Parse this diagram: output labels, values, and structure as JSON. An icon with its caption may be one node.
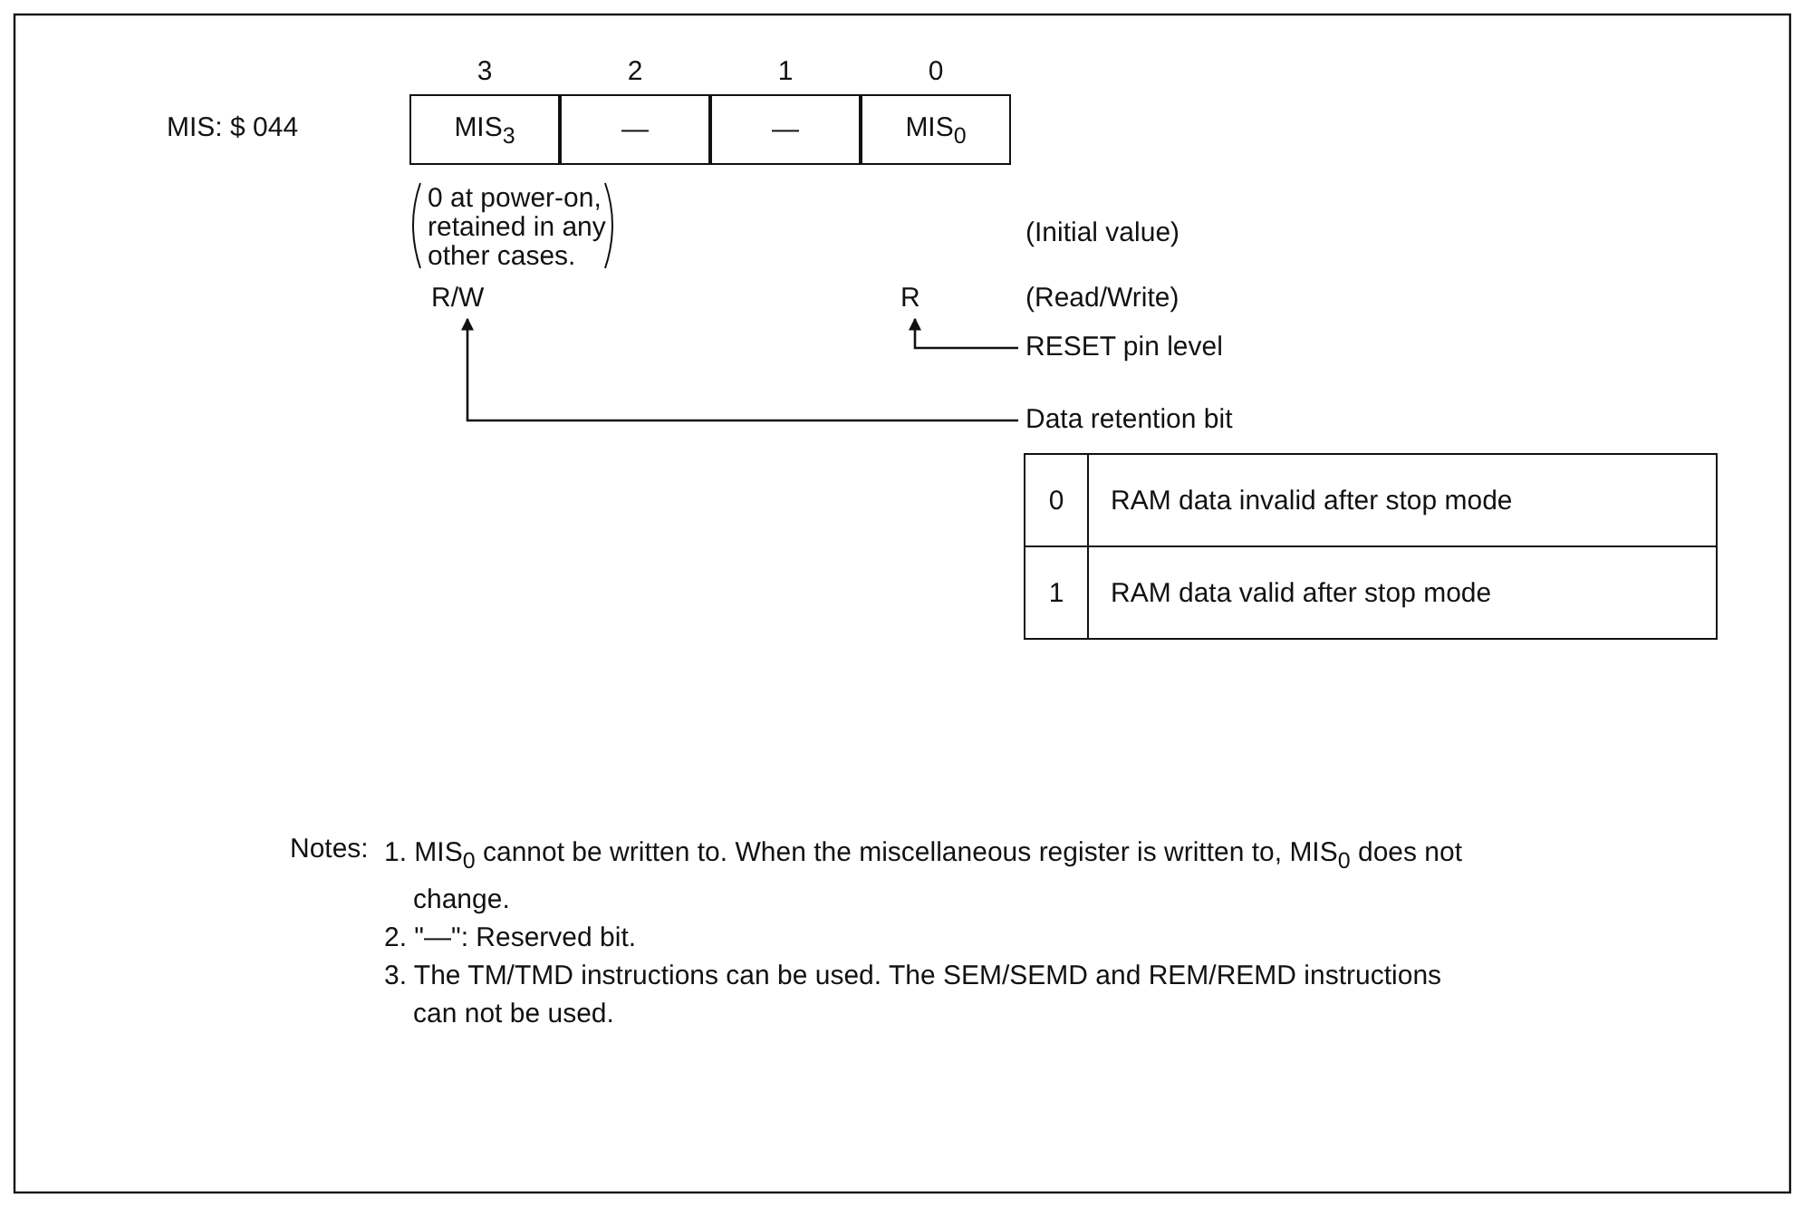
{
  "diagram": {
    "nodes": [
      {
        "text": [
          "MIS$_{3}$"
        ]
      },
      {
        "text": [
          "—"
        ]
      },
      {
        "text": [
          "—"
        ]
      },
      {
        "text": [
          "MIS$_{0}$"
        ]
      },
      {
        "text": [
          "R/W"
        ]
      },
      {
        "text": [
          "R"
        ]
      },
      {
        "text": [
          "RESET pin level"
        ]
      },
      {
        "text": [
          "Data retention bit"
        ]
      }
    ],
    "edges": [
      {
        "from": 6,
        "to": 5,
        "arrow": "to"
      },
      {
        "from": 7,
        "to": 4,
        "arrow": "to"
      }
    ],
    "labels": [
      "3",
      "2",
      "1",
      "0",
      "MIS: $ 044",
      "0 at power-on, retained in any other cases.",
      "(Initial value)",
      "(Read/Write)",
      "0",
      "RAM data invalid after stop mode",
      "1",
      "RAM data valid after stop mode",
      "Notes:",
      "1. MIS$_{0}$ cannot be written to. When the miscellaneous register is written to, MIS$_{0}$ does not change.",
      "2. \"—\": Reserved bit.",
      "3. The TM/TMD instructions can be used. The SEM/SEMD and REM/REMD instructions can not be used."
    ]
  }
}
